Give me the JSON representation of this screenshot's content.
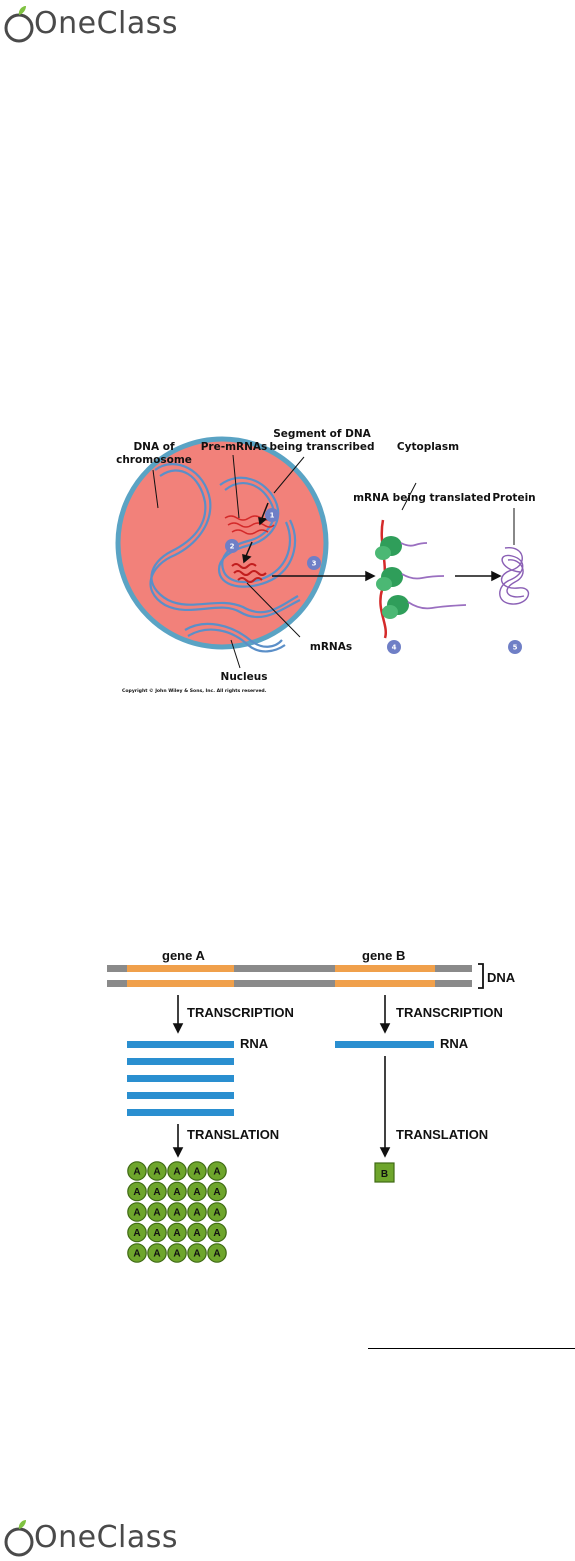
{
  "brand": {
    "name": "OneClass",
    "accent": "#7fc241",
    "leaf": "#1c7a2c"
  },
  "figure1": {
    "labels": {
      "dna_of_chromosome_line1": "DNA of",
      "dna_of_chromosome_line2": "chromosome",
      "pre_mrnas": "Pre-mRNAs",
      "segment_line1": "Segment of DNA",
      "segment_line2": "being transcribed",
      "cytoplasm": "Cytoplasm",
      "mrna_being_translated": "mRNA being translated",
      "protein": "Protein",
      "nucleus": "Nucleus",
      "mrnas": "mRNAs"
    },
    "steps": [
      "1",
      "2",
      "3",
      "4",
      "5"
    ],
    "copyright": "Copyright © John Wiley & Sons, Inc. All rights reserved.",
    "colors": {
      "nucleus": "#f2817a",
      "nucleus_border": "#5aa3c4",
      "dna": "#5b8fc8",
      "rna": "#d42a2a",
      "ribosome": "#2f9e5a",
      "step": "#6f7fc6"
    }
  },
  "figure2": {
    "gene_a": "gene A",
    "gene_b": "gene B",
    "dna": "DNA",
    "transcription_a": "TRANSCRIPTION",
    "transcription_b": "TRANSCRIPTION",
    "rna_a": "RNA",
    "rna_b": "RNA",
    "translation_a": "TRANSLATION",
    "translation_b": "TRANSLATION",
    "protein_a": "A",
    "protein_b": "B",
    "rna_copies_a": 5,
    "rna_copies_b": 1,
    "protein_grid_a": {
      "rows": 5,
      "cols": 5
    },
    "protein_count_b": 1,
    "colors": {
      "dna": "#8a8a8a",
      "gene": "#f0a04b",
      "rna": "#2a8fd0",
      "protein": "#6ea52c"
    }
  }
}
